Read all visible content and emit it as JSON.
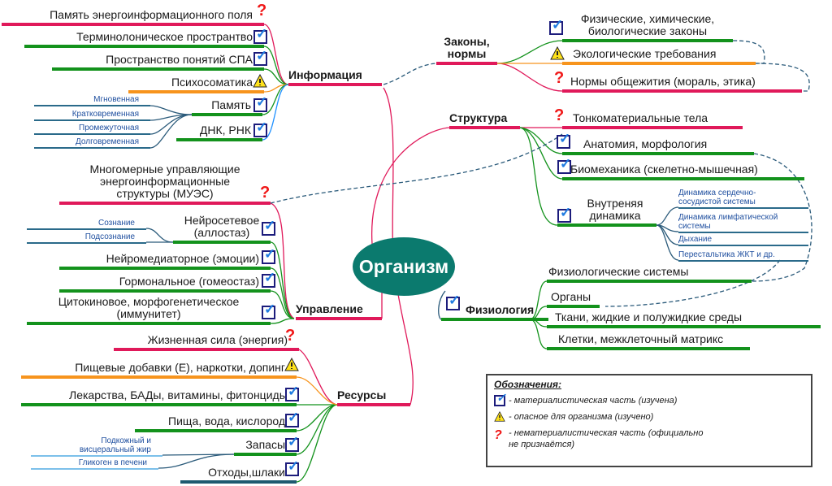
{
  "center": "Организм",
  "information": {
    "title": "Информация",
    "items": [
      "Память энергоинформационного поля",
      "Терминолоническое пространтво",
      "Пространство понятий СПА",
      "Психосоматика",
      "Память",
      "ДНК, РНК"
    ],
    "memory_types": [
      "Мгновенная",
      "Кратковременная",
      "Промежуточная",
      "Долговременная"
    ]
  },
  "control": {
    "title": "Управление",
    "items": [
      "Многомерные управляющие\nэнергоинформационные\nструктуры (МУЭС)",
      "Нейросетевое\n(аллостаз)",
      "Нейромедиаторное (эмоции)",
      "Гормональное (гомеостаз)",
      "Цитокиновое, морфогенетическое\n(иммунитет)"
    ],
    "neuro_sub": [
      "Сознание",
      "Подсознание"
    ]
  },
  "resources": {
    "title": "Ресурсы",
    "items": [
      "Жизненная сила (энергия)",
      "Пищевые добавки (Е), наркотки, допинг",
      "Лекарства, БАДы, витамины, фитонцидь",
      "Пища, вода, кислород",
      "Запасы",
      "Отходы,шлаки"
    ],
    "reserves_sub": [
      "Подкожный и\nвисцеральный жир",
      "Гликоген в печени"
    ]
  },
  "laws": {
    "title": "Законы,\nнормы",
    "items": [
      "Физические, химические,\nбиологические законы",
      "Экологические требования",
      "Нормы общежития (мораль, этика)"
    ]
  },
  "structure": {
    "title": "Структура",
    "items": [
      "Тонкоматериальные тела",
      "Анатомия, морфология",
      "Биомеханика (скелетно-мышечная)",
      "Внутреняя\nдинамика"
    ],
    "dynamics_sub": [
      "Динамика сердечно-\nсосудистой системы",
      "Динамика лимфатической\nсистемы",
      "Дыхание",
      "Перестальтика ЖКТ и др."
    ]
  },
  "physiology": {
    "title": "Физиология",
    "items": [
      "Физиологические системы",
      "Органы",
      "Ткани, жидкие и полужидкие среды",
      "Клетки, межклеточный матрикс"
    ]
  },
  "legend": {
    "title": "Обозначения:",
    "rows": [
      "- материалистическая часть (изучена)",
      "- опасное для организма (изучено)",
      "- нематериалистическая часть (официально\nне признаётся)"
    ]
  },
  "colors": {
    "pink": "#e0195a",
    "green": "#13921c",
    "orange": "#f7941d",
    "teal": "#0b7a6e",
    "navy": "#1c1c7c"
  }
}
